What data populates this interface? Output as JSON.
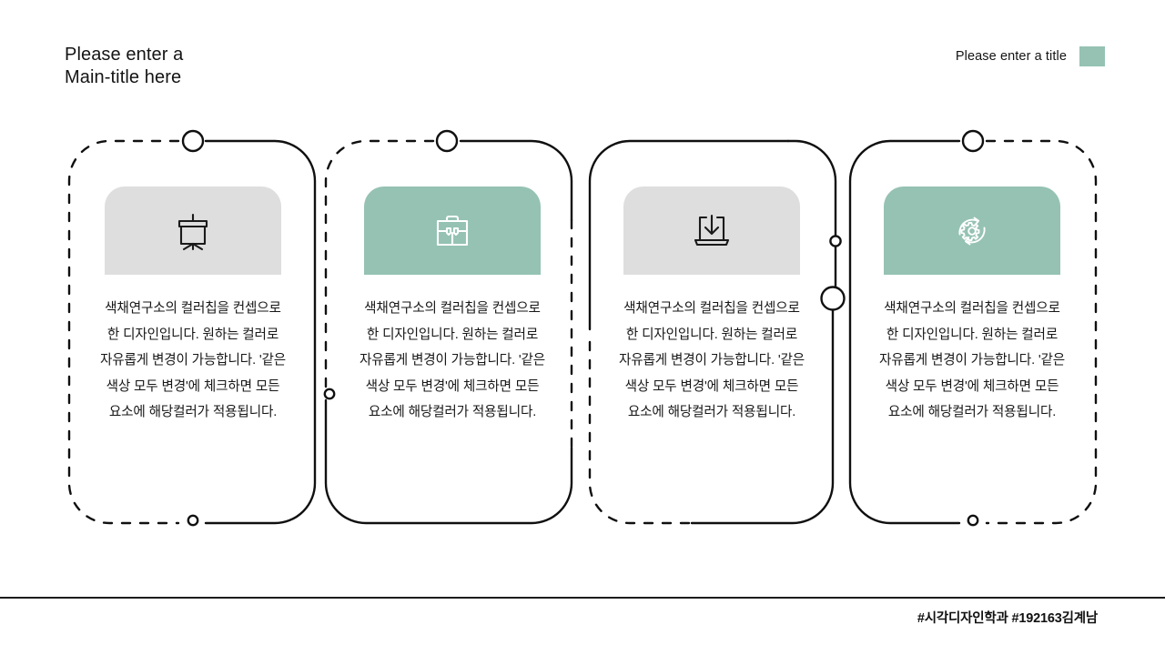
{
  "header": {
    "main_title": "Please enter a\nMain-title here",
    "right_title": "Please enter a title",
    "swatch_color": "#95c2b3"
  },
  "palette": {
    "accent_green": "#95c2b3",
    "neutral_gray": "#dedede",
    "line": "#101010",
    "text": "#171717",
    "background": "#ffffff"
  },
  "body_text": "색채연구소의 컬러칩을 컨셉으로 한 디자인입니다. 원하는 컬러로 자유롭게 변경이 가능합니다. '같은 색상 모두 변경'에 체크하면 모든 요소에 해당컬러가 적용됩니다.",
  "cards": [
    {
      "id": "card-1",
      "icon_name": "presentation-board-icon",
      "icon_style": "gray",
      "text": "색채연구소의 컬러칩을 컨셉으로 한 디자인입니다. 원하는 컬러로 자유롭게 변경이 가능합니다. '같은 색상 모두 변경'에 체크하면 모든 요소에 해당컬러가 적용됩니다."
    },
    {
      "id": "card-2",
      "icon_name": "briefcase-icon",
      "icon_style": "green",
      "text": "색채연구소의 컬러칩을 컨셉으로 한 디자인입니다. 원하는 컬러로 자유롭게 변경이 가능합니다. '같은 색상 모두 변경'에 체크하면 모든 요소에 해당컬러가 적용됩니다."
    },
    {
      "id": "card-3",
      "icon_name": "laptop-download-icon",
      "icon_style": "gray",
      "text": "색채연구소의 컬러칩을 컨셉으로 한 디자인입니다. 원하는 컬러로 자유롭게 변경이 가능합니다. '같은 색상 모두 변경'에 체크하면 모든 요소에 해당컬러가 적용됩니다."
    },
    {
      "id": "card-4",
      "icon_name": "gear-refresh-icon",
      "icon_style": "green",
      "text": "색채연구소의 컬러칩을 컨셉으로 한 디자인입니다. 원하는 컬러로 자유롭게 변경이 가능합니다. '같은 색상 모두 변경'에 체크하면 모든 요소에 해당컬러가 적용됩니다."
    }
  ],
  "footer": {
    "credit": "#시각디자인학과 #192163김계남"
  }
}
